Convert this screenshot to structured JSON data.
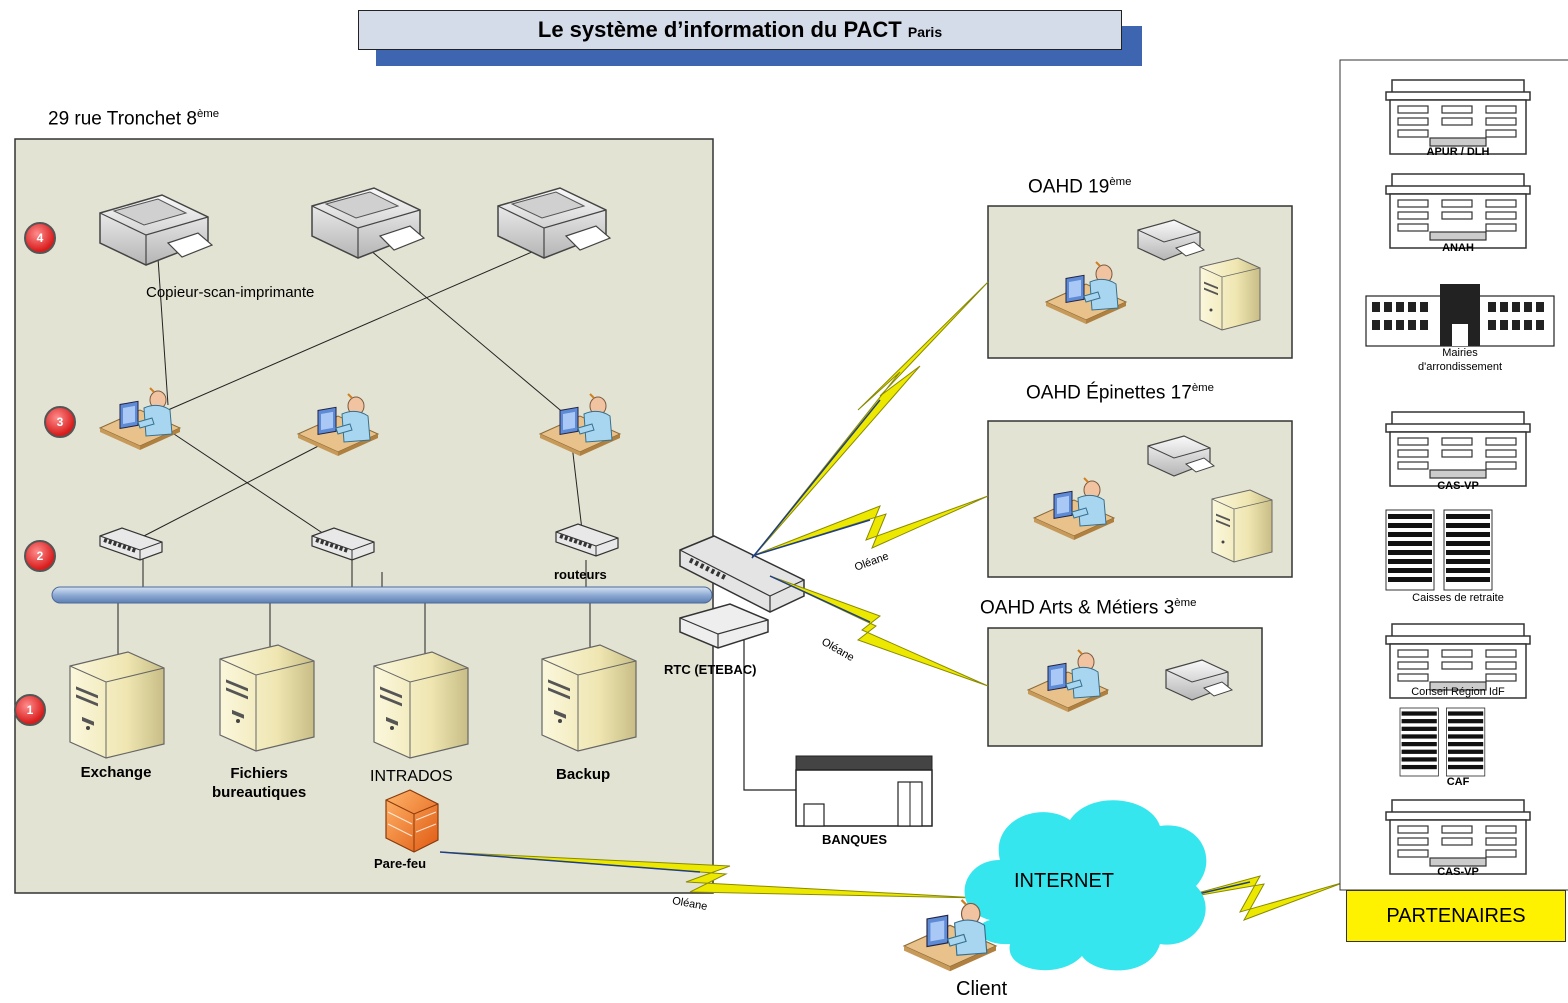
{
  "title": {
    "main": "Le système d’information du PACT",
    "suffix": "Paris"
  },
  "site": {
    "address": "29 rue Tronchet 8",
    "address_sup": "ème"
  },
  "badges": [
    "4",
    "3",
    "2",
    "1"
  ],
  "labels": {
    "copier": "Copieur-scan-imprimante",
    "routers": "routeurs",
    "rtc": "RTC (ETEBAC)",
    "banks": "BANQUES",
    "firewall": "Pare-feu",
    "internet": "INTERNET",
    "client": "Client",
    "link": "Oléane"
  },
  "servers": [
    {
      "label": "Exchange"
    },
    {
      "label": "Fichiers\nbureautiques"
    },
    {
      "label": "INTRADOS"
    },
    {
      "label": "Backup"
    }
  ],
  "branches": [
    {
      "name": "OAHD 19",
      "sup": "ème"
    },
    {
      "name": "OAHD Épinettes 17",
      "sup": "ème"
    },
    {
      "name": "OAHD Arts & Métiers 3",
      "sup": "ème"
    }
  ],
  "partners": {
    "heading": "PARTENAIRES",
    "items": [
      "APUR / DLH",
      "ANAH",
      "Mairies\nd'arrondissement",
      "CAS-VP",
      "Caisses de retraite",
      "Conseil Région IdF",
      "CAF",
      "CAS-VP"
    ]
  },
  "colors": {
    "zone_fill": "#e3e3d3",
    "title_fill": "#d4dbe9",
    "title_shadow": "#3e66b0",
    "bus": "#9db6d9",
    "lightning": "#e8e800",
    "cloud": "#36e6ee",
    "partners_label": "#fff200",
    "badge": "#e02020"
  }
}
